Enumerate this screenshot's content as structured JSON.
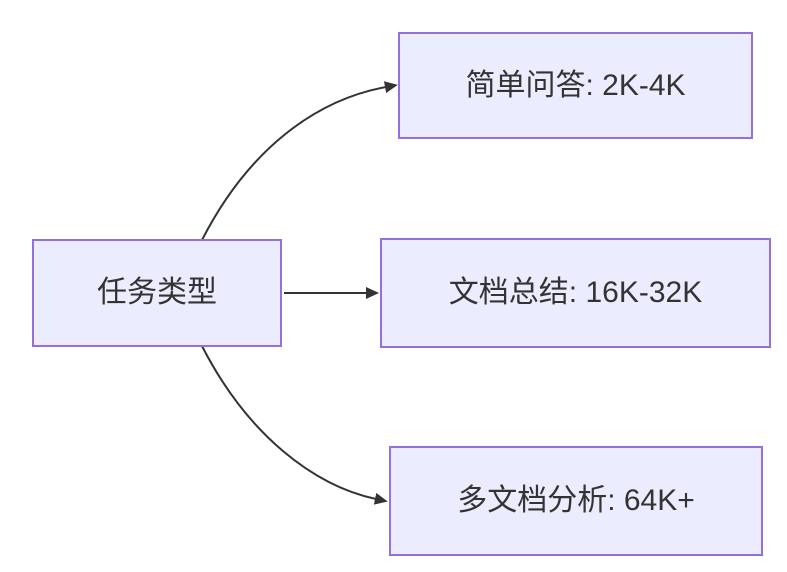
{
  "diagram": {
    "type": "flowchart",
    "direction": "left-to-right",
    "nodes": {
      "root": {
        "id": "root",
        "label": "任务类型"
      },
      "simple_qa": {
        "id": "simple_qa",
        "label": "简单问答: 2K-4K"
      },
      "doc_summary": {
        "id": "doc_summary",
        "label": "文档总结: 16K-32K"
      },
      "multi_doc": {
        "id": "multi_doc",
        "label": "多文档分析: 64K+"
      }
    },
    "edges": [
      {
        "from": "root",
        "to": "simple_qa"
      },
      {
        "from": "root",
        "to": "doc_summary"
      },
      {
        "from": "root",
        "to": "multi_doc"
      }
    ],
    "colors": {
      "node_fill": "#ECECFF",
      "node_border": "#9370DB",
      "edge_line": "#333333",
      "text": "#333333",
      "background": "#FFFFFF"
    }
  }
}
